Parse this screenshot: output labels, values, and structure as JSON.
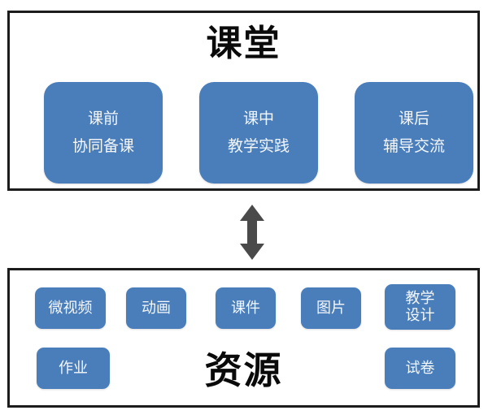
{
  "diagram": {
    "title_top": "课堂",
    "title_bottom": "资源",
    "accent_color": "#4a7ebb",
    "frame_color": "#1c1c1c",
    "arrow_color": "#4a4a4a",
    "connector": {
      "icon": "double-headed-vertical-arrow",
      "direction": "bidirectional"
    }
  },
  "classroom": {
    "title": "课堂",
    "stages": [
      {
        "line_1": "课前",
        "line_2": "协同备课"
      },
      {
        "line_1": "课中",
        "line_2": "教学实践"
      },
      {
        "line_1": "课后",
        "line_2": "辅导交流"
      }
    ]
  },
  "resource": {
    "title": "资源",
    "items": [
      {
        "line_1": "微视频",
        "line_2": ""
      },
      {
        "line_1": "动画",
        "line_2": ""
      },
      {
        "line_1": "课件",
        "line_2": ""
      },
      {
        "line_1": "图片",
        "line_2": ""
      },
      {
        "line_1": "教学",
        "line_2": "设计"
      },
      {
        "line_1": "作业",
        "line_2": ""
      },
      {
        "line_1": "试卷",
        "line_2": ""
      }
    ]
  }
}
